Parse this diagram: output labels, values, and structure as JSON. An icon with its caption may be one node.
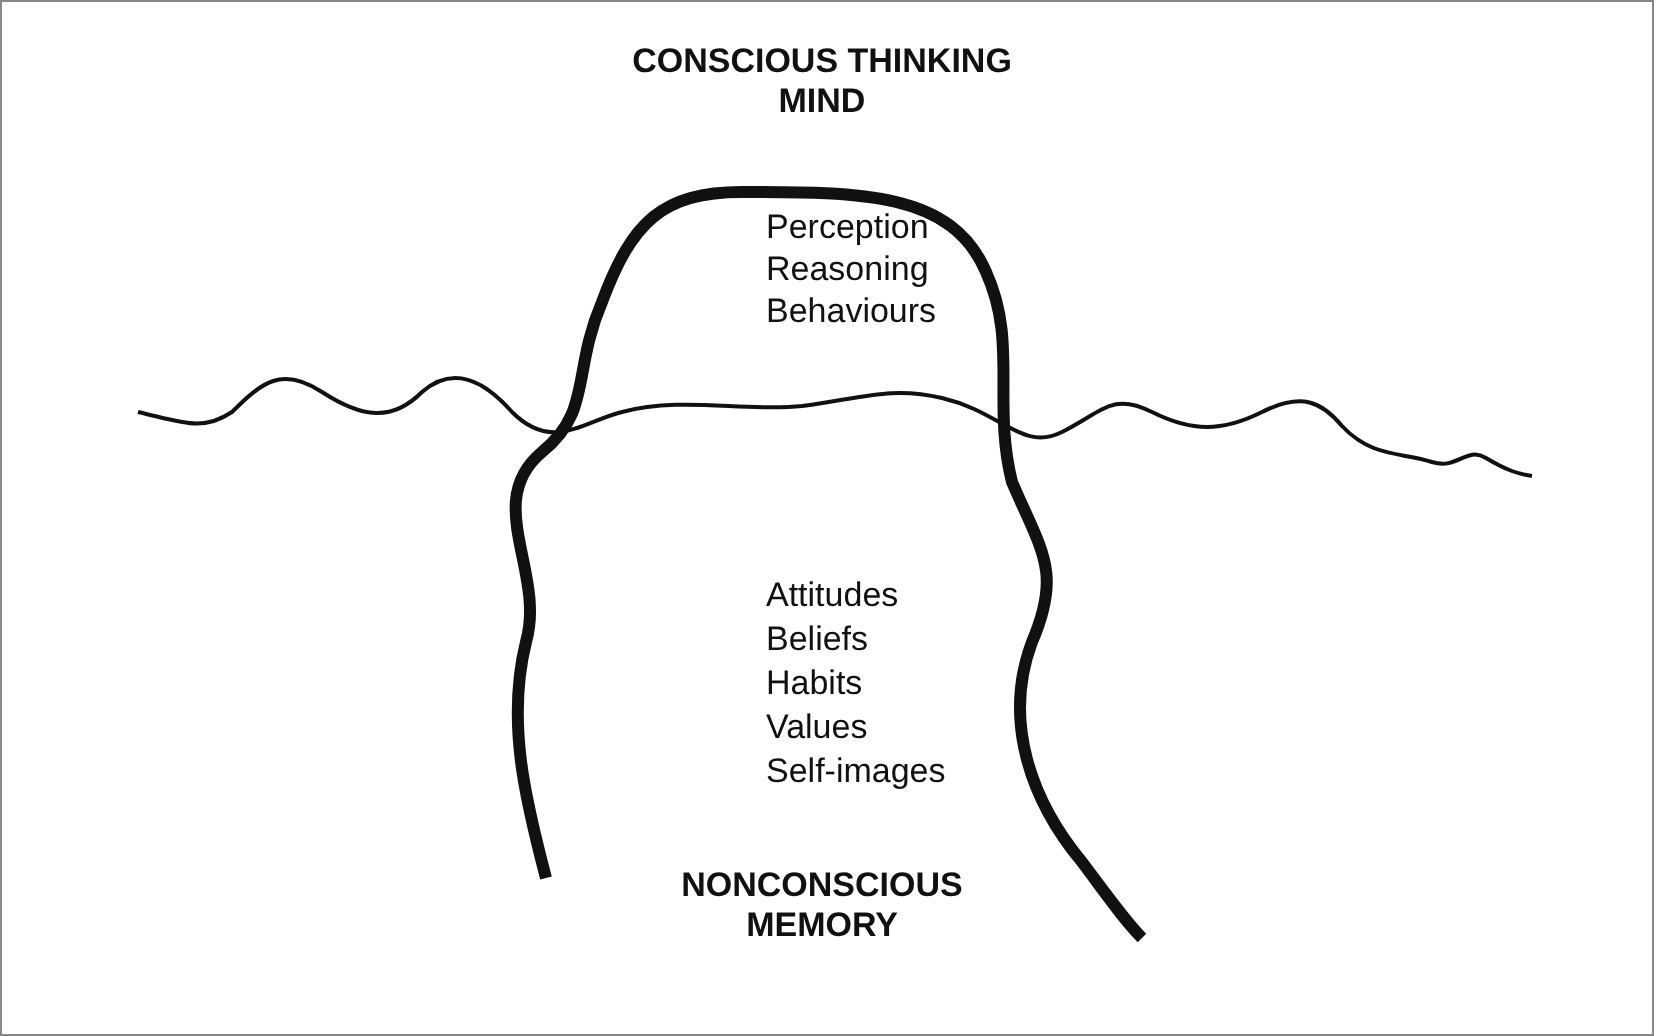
{
  "diagram": {
    "labels": [
      "CONSCIOUS THINKING MIND",
      "Perception",
      "Reasoning",
      "Behaviours",
      "Attitudes",
      "Beliefs",
      "Habits",
      "Values",
      "Self-images",
      "NONCONSCIOUS MEMORY"
    ]
  }
}
